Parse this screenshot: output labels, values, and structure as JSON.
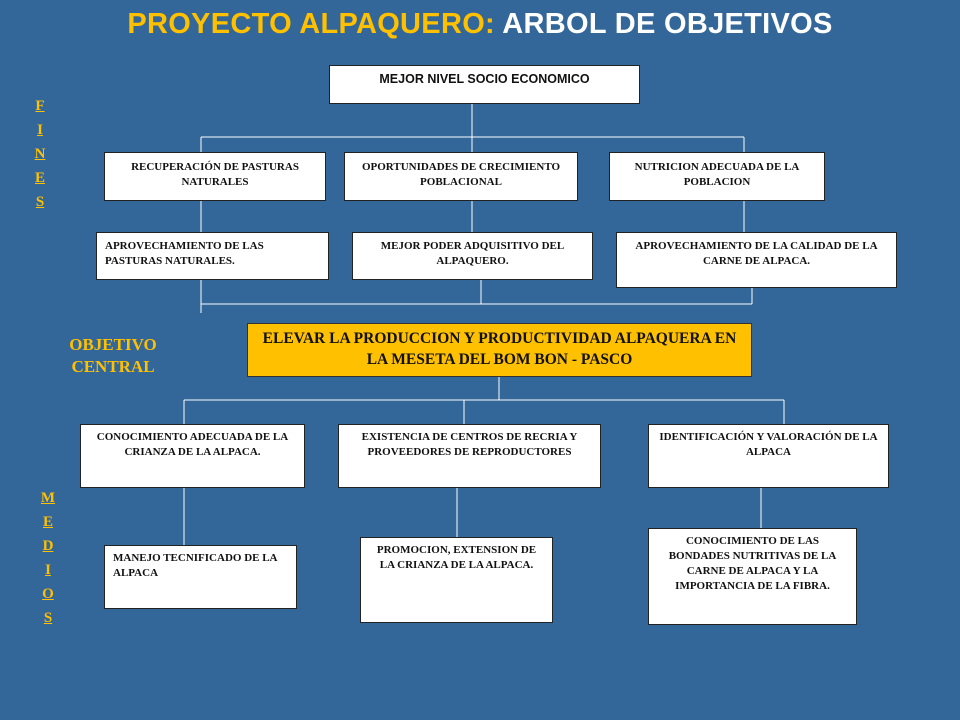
{
  "title": {
    "part1": "PROYECTO ALPAQUERO:",
    "part2": "ARBOL DE OBJETIVOS"
  },
  "colors": {
    "background": "#336699",
    "accent": "#FFC000",
    "box": "#FFFFFF"
  },
  "fines_label": [
    "F",
    "I",
    "N",
    "E",
    "S"
  ],
  "medios_label": [
    "M",
    "E",
    "D",
    "I",
    "O",
    "S"
  ],
  "objetivo_central_label": {
    "line1": "OBJETIVO",
    "line2": "CENTRAL"
  },
  "fines": {
    "top": "MEJOR NIVEL SOCIO ECONOMICO",
    "row1": [
      "RECUPERACIÓN  DE PASTURAS  NATURALES",
      "OPORTUNIDADES  DE CRECIMIENTO  POBLACIONAL",
      "NUTRICION  ADECUADA  DE LA POBLACION"
    ],
    "row2": [
      "APROVECHAMIENTO  DE LAS PASTURAS  NATURALES.",
      "MEJOR PODER ADQUISITIVO DEL ALPAQUERO.",
      "APROVECHAMIENTO  DE LA CALIDAD DE LA CARNE DE ALPACA."
    ]
  },
  "central": "ELEVAR LA PRODUCCION Y PRODUCTIVIDAD ALPAQUERA EN LA MESETA DEL BOM BON - PASCO",
  "medios": {
    "row1": [
      "CONOCIMIENTO  ADECUADA DE LA CRIANZA DE LA ALPACA.",
      "EXISTENCIA  DE CENTROS DE RECRIA Y PROVEEDORES  DE REPRODUCTORES",
      "IDENTIFICACIÓN  Y VALORACIÓN  DE LA ALPACA"
    ],
    "row2": [
      "MANEJO  TECNIFICADO DE LA ALPACA",
      "PROMOCION,  EXTENSION DE LA CRIANZA DE LA ALPACA.",
      "CONOCIMIENTO  DE LAS BONDADES  NUTRITIVAS  DE LA CARNE DE ALPACA Y LA IMPORTANCIA  DE LA FIBRA."
    ]
  }
}
